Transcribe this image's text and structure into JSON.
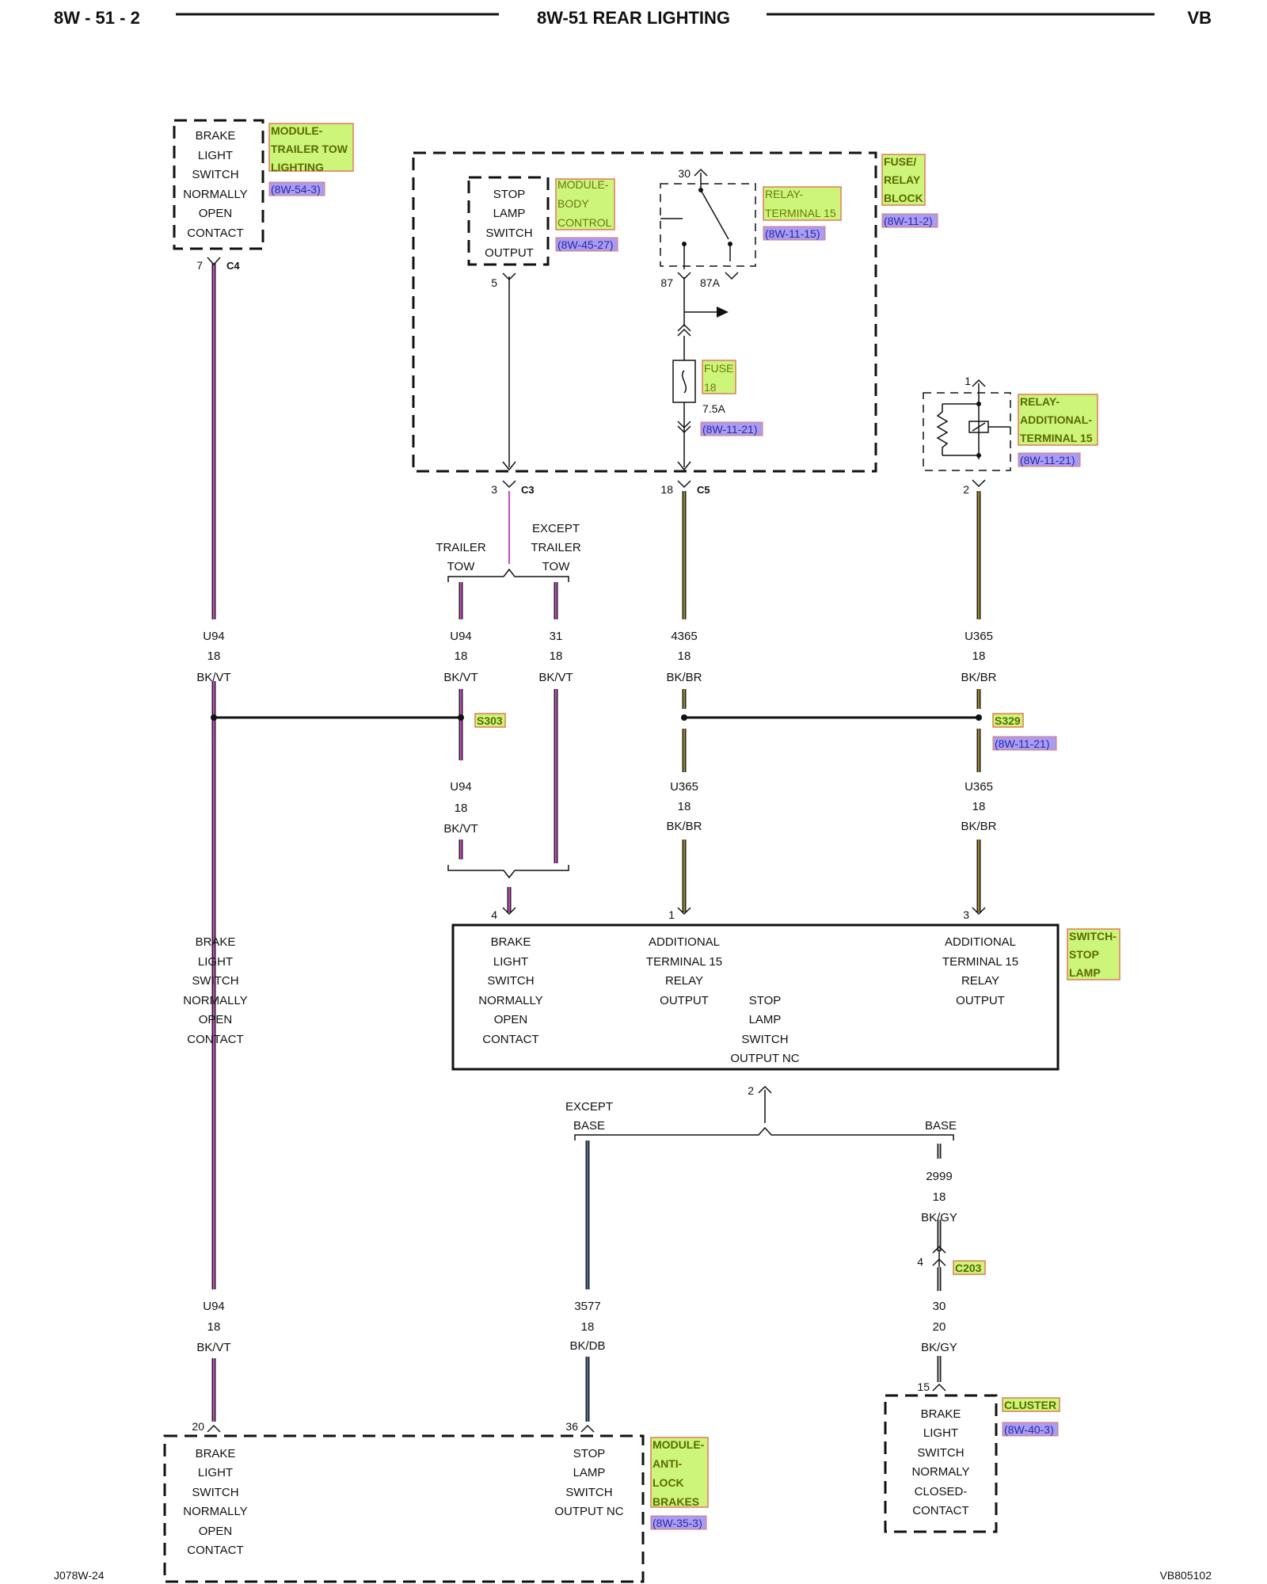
{
  "header": {
    "page_number": "8W - 51 - 2",
    "title": "8W-51 REAR LIGHTING",
    "model": "VB"
  },
  "footer": {
    "left": "J078W-24",
    "right": "VB805102"
  },
  "components": {
    "trailer_tow_module": {
      "text": [
        "BRAKE",
        "LIGHT",
        "SWITCH",
        "NORMALLY",
        "OPEN",
        "CONTACT"
      ],
      "tag": [
        "MODULE-",
        "TRAILER TOW",
        "LIGHTING"
      ],
      "ref": "(8W-54-3)",
      "pin": "7",
      "connector": "C4"
    },
    "fuse_relay_block": {
      "tag": [
        "FUSE/",
        "RELAY",
        "BLOCK"
      ],
      "ref": "(8W-11-2)"
    },
    "body_control_module": {
      "text": [
        "STOP",
        "LAMP",
        "SWITCH",
        "OUTPUT"
      ],
      "tag": [
        "MODULE-",
        "BODY",
        "CONTROL"
      ],
      "ref": "(8W-45-27)",
      "pin": "5"
    },
    "relay_terminal_15": {
      "tag": [
        "RELAY-",
        "TERMINAL 15"
      ],
      "ref": "(8W-11-15)",
      "pin_30": "30",
      "pin_87": "87",
      "pin_87a": "87A"
    },
    "fuse_18": {
      "tag": [
        "FUSE",
        "18"
      ],
      "rating": "7.5A",
      "ref": "(8W-11-21)"
    },
    "relay_additional": {
      "tag": [
        "RELAY-",
        "ADDITIONAL-",
        "TERMINAL 15"
      ],
      "ref": "(8W-11-21)",
      "pin_top": "1",
      "pin_bottom": "2"
    },
    "c3": {
      "pin": "3",
      "connector": "C3"
    },
    "c5": {
      "pin": "18",
      "connector": "C5"
    },
    "stop_lamp_switch": {
      "tag": [
        "SWITCH-",
        "STOP",
        "LAMP"
      ],
      "pin4": "4",
      "pin1": "1",
      "pin3": "3",
      "pin2": "2",
      "col1": [
        "BRAKE",
        "LIGHT",
        "SWITCH",
        "NORMALLY",
        "OPEN",
        "CONTACT"
      ],
      "col2": [
        "ADDITIONAL",
        "TERMINAL 15",
        "RELAY",
        "OUTPUT"
      ],
      "col3": [
        "STOP",
        "LAMP",
        "SWITCH",
        "OUTPUT NC"
      ],
      "col4": [
        "ADDITIONAL",
        "TERMINAL 15",
        "RELAY",
        "OUTPUT"
      ]
    },
    "left_wire_label": [
      "BRAKE",
      "LIGHT",
      "SWITCH",
      "NORMALLY",
      "OPEN",
      "CONTACT"
    ],
    "abs_module": {
      "tag": [
        "MODULE-",
        "ANTI-",
        "LOCK",
        "BRAKES"
      ],
      "ref": "(8W-35-3)",
      "pin20": "20",
      "pin36": "36",
      "text_left": [
        "BRAKE",
        "LIGHT",
        "SWITCH",
        "NORMALLY",
        "OPEN",
        "CONTACT"
      ],
      "text_right": [
        "STOP",
        "LAMP",
        "SWITCH",
        "OUTPUT NC"
      ]
    },
    "cluster": {
      "tag": "CLUSTER",
      "ref": "(8W-40-3)",
      "pin": "15",
      "text": [
        "BRAKE",
        "LIGHT",
        "SWITCH",
        "NORMALY",
        "CLOSED-",
        "CONTACT"
      ]
    },
    "c203": {
      "pin": "4",
      "connector": "C203"
    }
  },
  "splices": {
    "s303": "S303",
    "s329": "S329",
    "s329_ref": "(8W-11-21)"
  },
  "options": {
    "trailer_tow": [
      "TRAILER",
      "TOW"
    ],
    "except_trailer_tow": [
      "EXCEPT",
      "TRAILER",
      "TOW"
    ],
    "except_base": [
      "EXCEPT",
      "BASE"
    ],
    "base": "BASE"
  },
  "wires": {
    "w1": [
      "U94",
      "18",
      "BK/VT"
    ],
    "w2": [
      "U94",
      "18",
      "BK/VT"
    ],
    "w3": [
      "31",
      "18",
      "BK/VT"
    ],
    "w4": [
      "4365",
      "18",
      "BK/BR"
    ],
    "w5": [
      "U365",
      "18",
      "BK/BR"
    ],
    "w6": [
      "U94",
      "18",
      "BK/VT"
    ],
    "w7": [
      "U365",
      "18",
      "BK/BR"
    ],
    "w8": [
      "U365",
      "18",
      "BK/BR"
    ],
    "w9": [
      "2999",
      "18",
      "BK/GY"
    ],
    "w10": [
      "U94",
      "18",
      "BK/VT"
    ],
    "w11": [
      "3577",
      "18",
      "BK/DB"
    ],
    "w12": [
      "30",
      "20",
      "BK/GY"
    ]
  },
  "colors": {
    "bk_vt_stripe": "#cc44cc",
    "bk_br_stripe": "#9a8a20",
    "bk_db_stripe": "#4a6a9a",
    "bk_gy_stripe": "#aaaaaa",
    "wire_base": "#222222",
    "tag_fill": "#ccf57a",
    "ref_fill": "#a99cf5"
  }
}
